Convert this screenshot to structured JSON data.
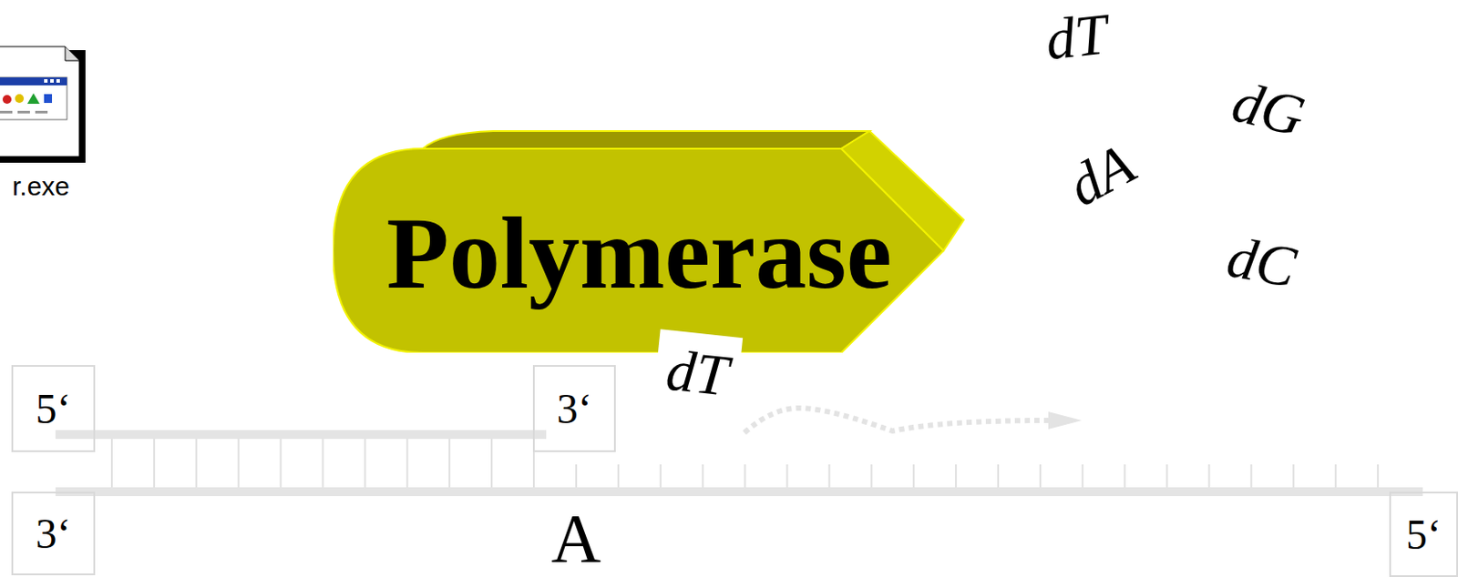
{
  "diagram": {
    "nodes": [
      {
        "text": [
          "Polymerase"
        ]
      },
      {
        "text": [
          "5‘"
        ]
      },
      {
        "text": [
          "3‘"
        ]
      },
      {
        "text": [
          "3‘"
        ]
      },
      {
        "text": [
          "5‘"
        ]
      }
    ],
    "labels": [
      "r.exe",
      "dT",
      "dG",
      "dA",
      "dC",
      "dT",
      "A"
    ]
  }
}
